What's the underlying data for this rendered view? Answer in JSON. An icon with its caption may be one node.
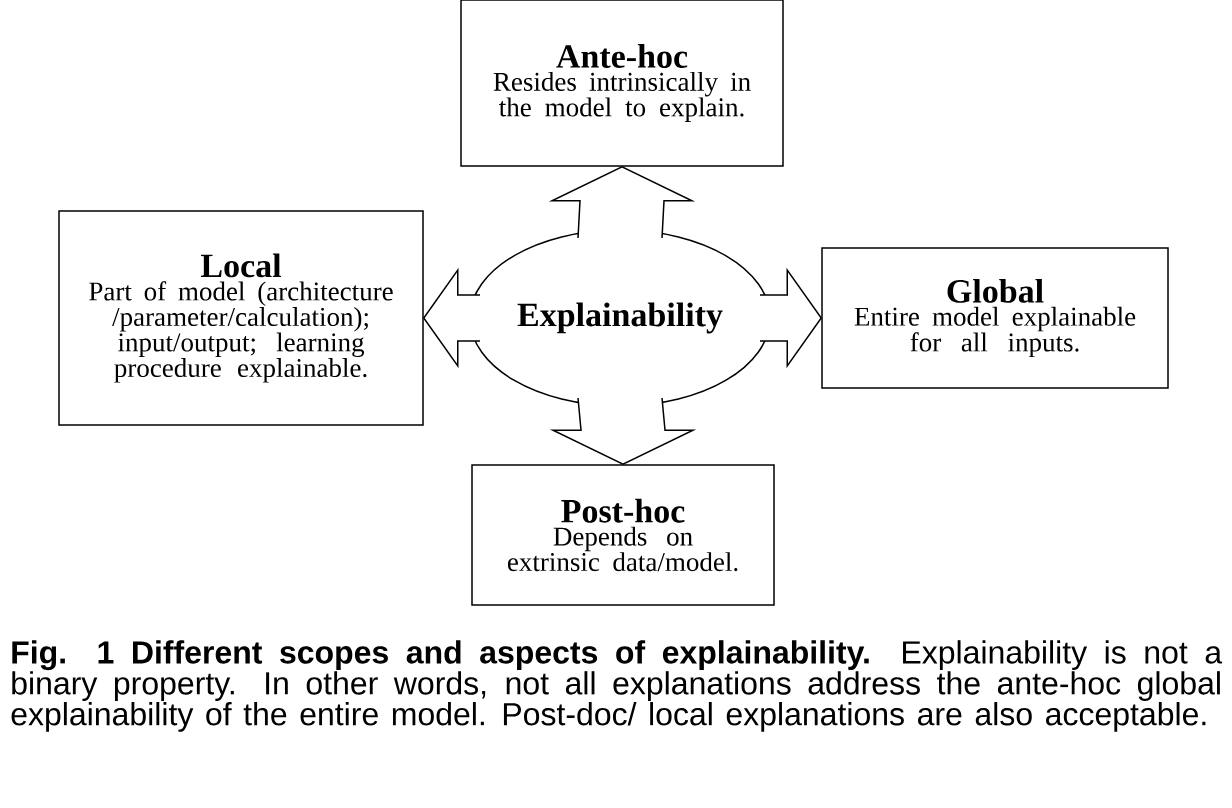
{
  "diagram": {
    "caption": "**Fig. 1    Different scopes and aspects of explainability.** Explainability is not a binary property. In other words, not all explanations address the ante-hoc global explainability of the entire model. Post-doc/ local explanations are also acceptable.",
    "nodes": [
      {
        "text": [
          "Ante-hoc",
          "Resides intrinsically in the model to explain."
        ]
      },
      {
        "text": [
          "Local",
          "Part of model (architecture /parameter/calculation); input/output; learning procedure explainable."
        ]
      },
      {
        "text": [
          "Explainability"
        ]
      },
      {
        "text": [
          "Global",
          "Entire model explainable for all inputs."
        ]
      },
      {
        "text": [
          "Post-hoc",
          "Depends on extrinsic data/model."
        ]
      }
    ],
    "edges": [
      {
        "from": 2,
        "to": 0,
        "arrow": "to"
      },
      {
        "from": 2,
        "to": 1,
        "arrow": "to"
      },
      {
        "from": 2,
        "to": 3,
        "arrow": "to"
      },
      {
        "from": 2,
        "to": 4,
        "arrow": "to"
      }
    ]
  }
}
